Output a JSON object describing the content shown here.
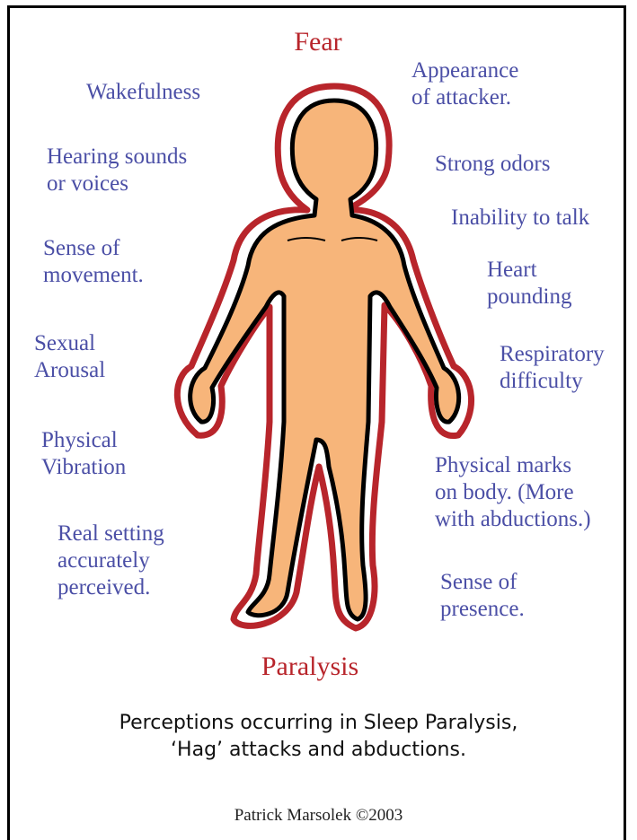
{
  "diagram": {
    "top_label": "Fear",
    "bottom_label": "Paralysis",
    "left_labels": [
      "Wakefulness",
      "Hearing sounds\nor voices",
      "Sense of\nmovement.",
      "Sexual\nArousal",
      "Physical\nVibration",
      "Real setting\naccurately\nperceived."
    ],
    "right_labels": [
      "Appearance\nof attacker.",
      "Strong odors",
      "Inability to talk",
      "Heart\npounding",
      "Respiratory\ndifficulty",
      "Physical marks\non body. (More\nwith abductions.)",
      "Sense of\npresence."
    ]
  },
  "caption": "Perceptions occurring in Sleep Paralysis,\n‘Hag’ attacks and abductions.",
  "credit": "Patrick Marsolek ©2003",
  "colors": {
    "label_blue": "#4b4fa6",
    "accent_red": "#b8252b",
    "skin": "#f7b57a",
    "outline": "#000000"
  }
}
